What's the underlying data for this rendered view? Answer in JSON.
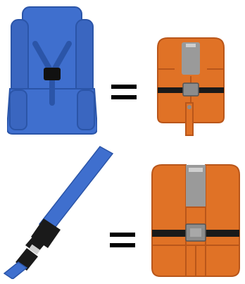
{
  "rows": [
    {
      "left": "car-seat",
      "relation": "equals",
      "right": "life-vest-small"
    },
    {
      "left": "seat-belt",
      "relation": "equals",
      "right": "life-vest-large"
    }
  ],
  "colors": {
    "seat_blue": "#3f6fce",
    "seat_dark": "#2b55a8",
    "vest_orange": "#e07226",
    "vest_dark": "#b9561a",
    "vest_gray": "#9a9a9a",
    "strap_black": "#1a1a1a"
  }
}
